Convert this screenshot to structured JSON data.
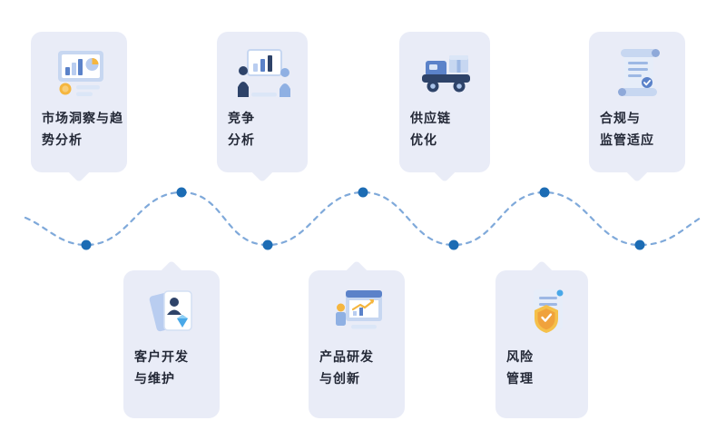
{
  "diagram": {
    "type": "process-flow",
    "colors": {
      "card_background": "#e9ecf7",
      "label_text": "#232836",
      "wave_line": "#7fa9da",
      "wave_dot": "#1c6cb4",
      "icon_navy": "#2e4369",
      "icon_blue": "#5b82c9",
      "icon_light_blue": "#b9cdf0",
      "icon_accent_yellow": "#f5b63f"
    }
  },
  "cards": {
    "top": [
      {
        "label": "市场洞察与趋\n势分析",
        "icon": "market-insight-icon"
      },
      {
        "label": "竞争\n分析",
        "icon": "competition-analysis-icon"
      },
      {
        "label": "供应链\n优化",
        "icon": "supply-chain-icon"
      },
      {
        "label": "合规与\n监管适应",
        "icon": "compliance-icon"
      }
    ],
    "bottom": [
      {
        "label": "客户开发\n与维护",
        "icon": "customer-development-icon"
      },
      {
        "label": "产品研发\n与创新",
        "icon": "product-rnd-icon"
      },
      {
        "label": "风险\n管理",
        "icon": "risk-management-icon"
      }
    ]
  },
  "wave": {
    "line_color": "#7fa9da",
    "dot_color": "#1c6cb4",
    "dot_count": 7
  }
}
